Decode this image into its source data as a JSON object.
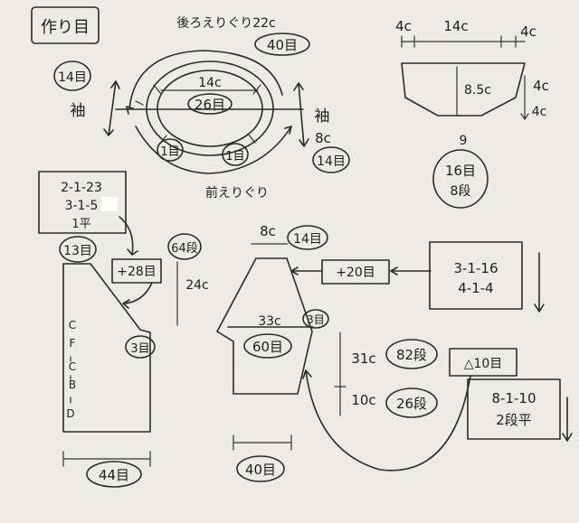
{
  "title": "作り目",
  "neck": {
    "back_label": "後ろえりぐり22c",
    "back_count": "40目",
    "center_width": "14c",
    "center_count": "26目",
    "left_count": "1目",
    "right_count": "1目",
    "front_label": "前えりぐり"
  },
  "sleeve_left": {
    "count": "14目",
    "label": "袖"
  },
  "sleeve_right": {
    "label": "袖",
    "width": "8c",
    "count": "14目"
  },
  "shoulder_piece": {
    "left_w": "4c",
    "mid_w": "14c",
    "right_w": "4c",
    "height": "8.5c",
    "side1": "4c",
    "side2": "4c",
    "label": "9",
    "count": "16目",
    "rows": "8段"
  },
  "body": {
    "decrease": [
      "2-1-23",
      "3-1-5",
      "1平"
    ],
    "top_count": "13目",
    "increase": "+28目",
    "right_count": "64段",
    "height": "24c",
    "side_count": "3目",
    "side_labels": [
      "C",
      "F",
      "C",
      "B",
      "D"
    ],
    "bottom_count": "44目"
  },
  "sleeve_piece": {
    "top_w": "8c",
    "top_count": "14目",
    "increase": "+20目",
    "increase_rule": [
      "3-1-16",
      "4-1-4"
    ],
    "width": "33c",
    "width_count": "60目",
    "side_count": "3目",
    "len1": "31c",
    "rows1": "82段",
    "len2": "10c",
    "rows2": "26段",
    "decrease": "△10目",
    "decrease_rule": [
      "8-1-10",
      "2段平"
    ],
    "bottom_count": "40目"
  }
}
